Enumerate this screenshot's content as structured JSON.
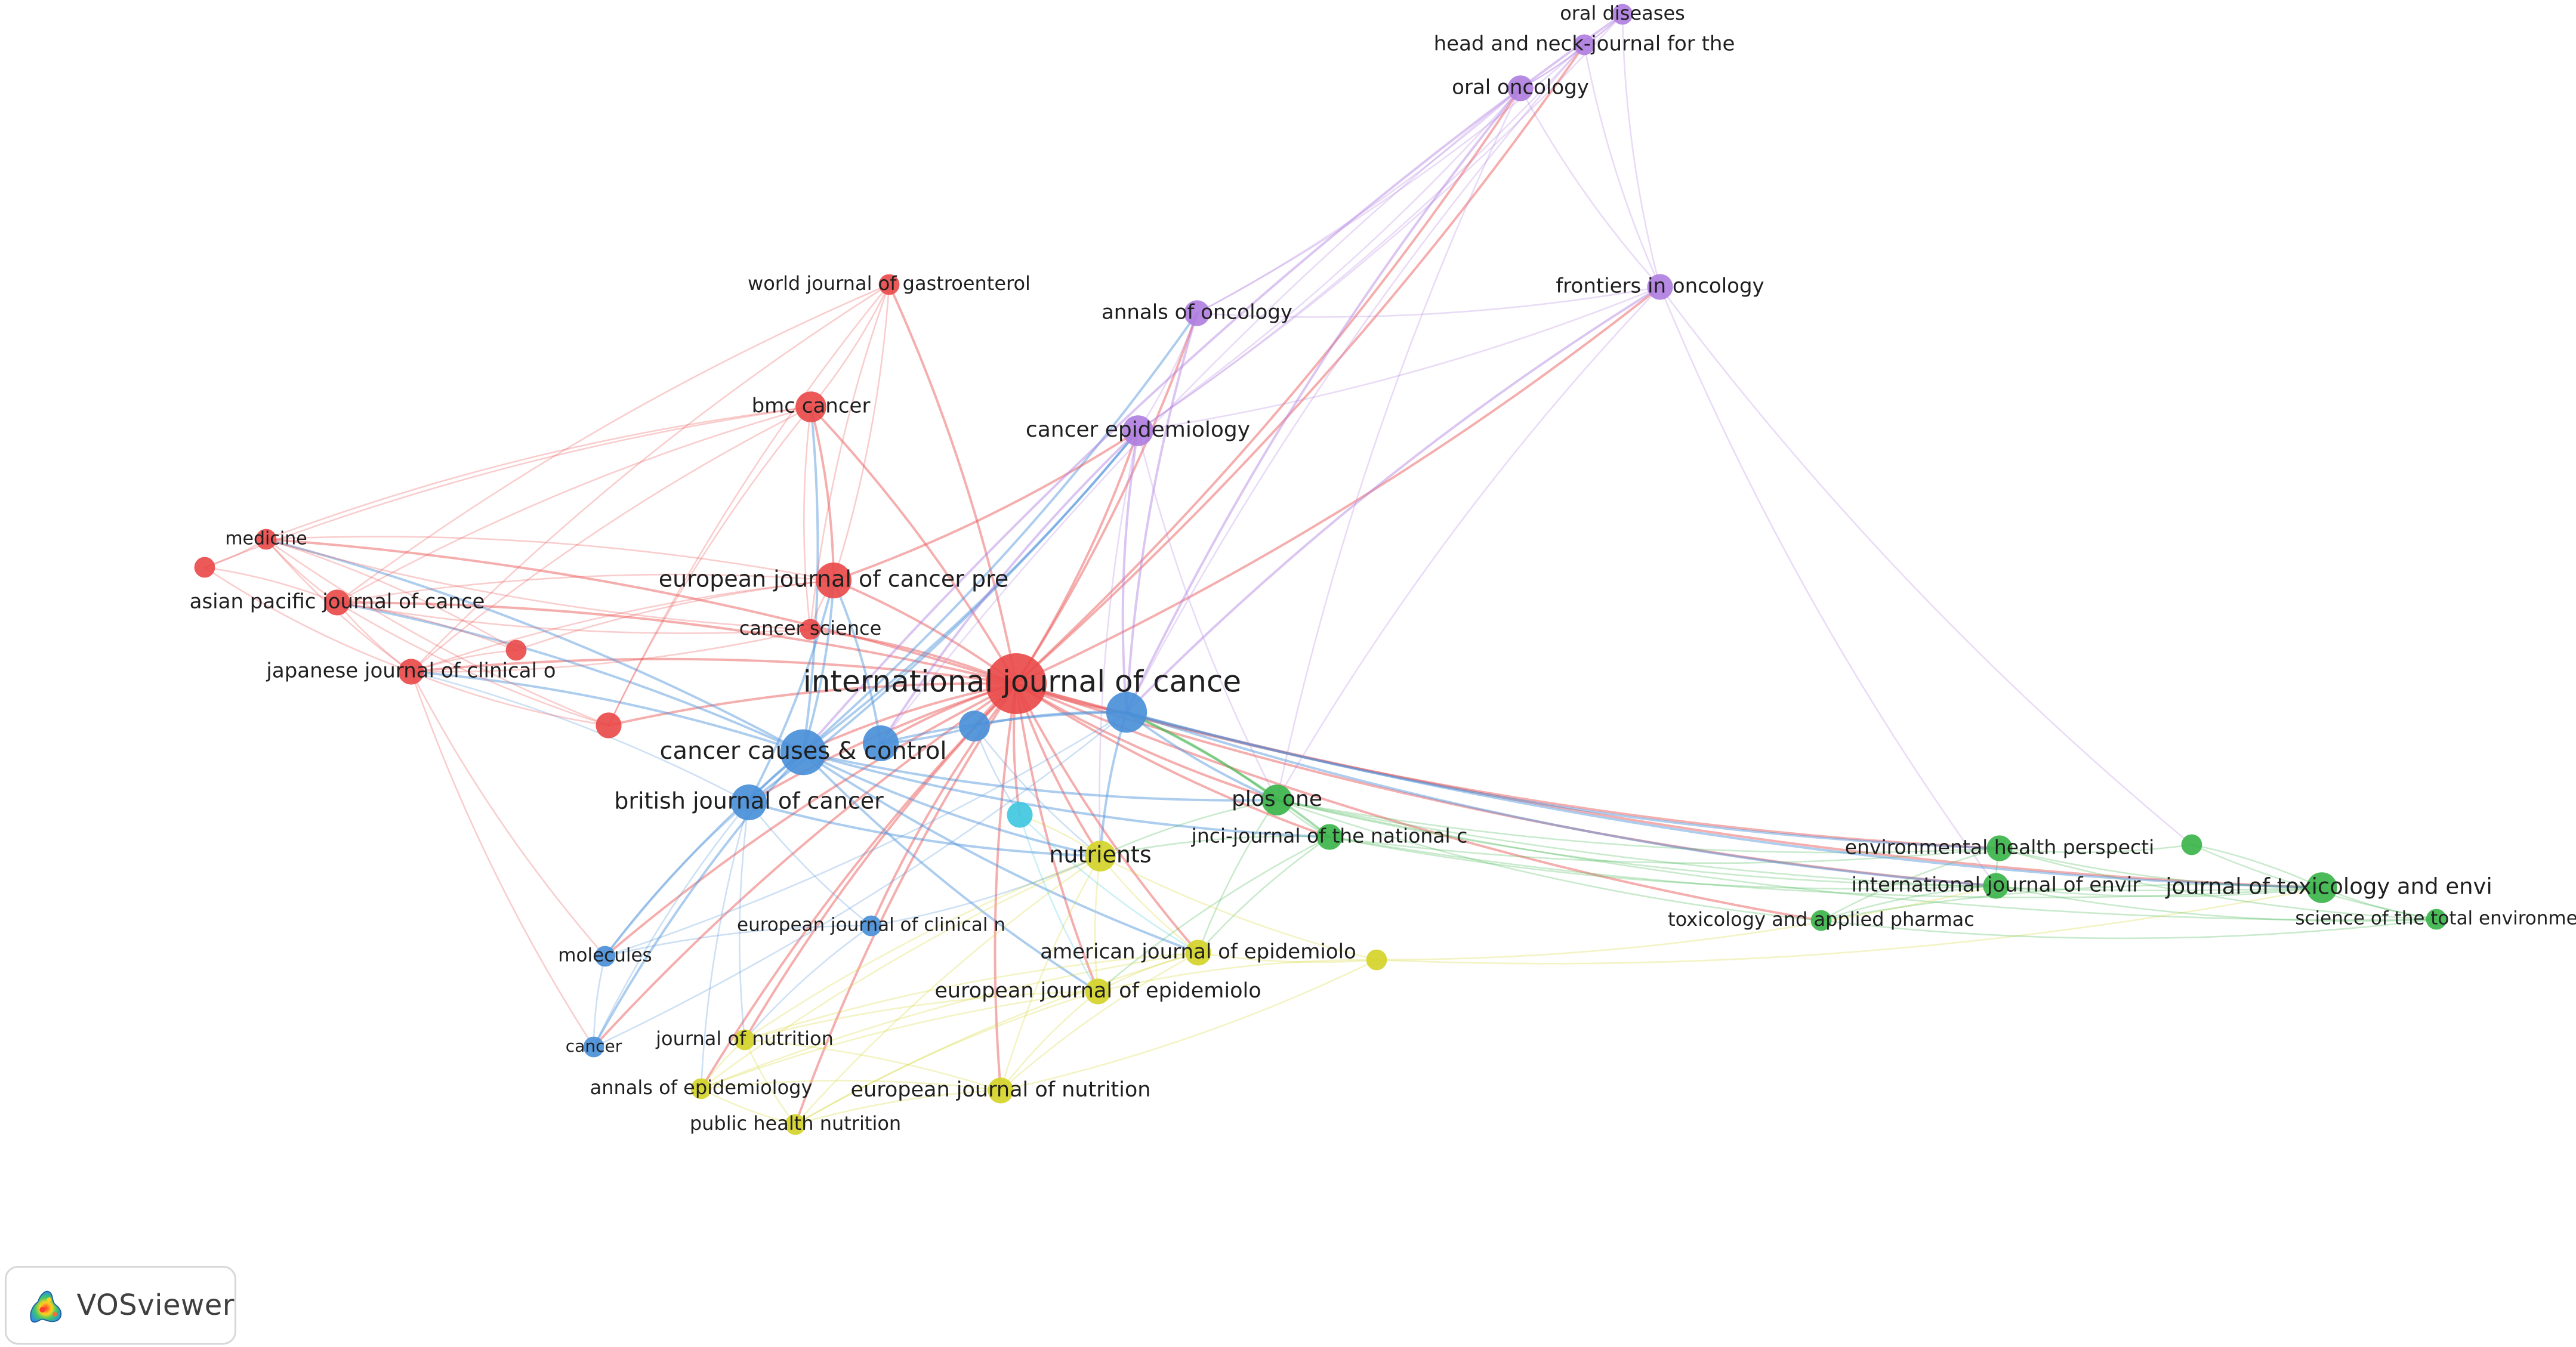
{
  "app": {
    "brand": "VOSviewer"
  },
  "colors": {
    "cluster_red": "#e94b4b",
    "cluster_blue": "#4a90d9",
    "cluster_green": "#3cb44b",
    "cluster_yellow": "#d4d42a",
    "cluster_purple": "#b07fe0",
    "cluster_cyan": "#40c8e0"
  },
  "network": {
    "nodes": [
      {
        "id": "ijc",
        "label": "international journal of cance",
        "cluster": "red",
        "weight": 10,
        "show_label": true
      },
      {
        "id": "ccc",
        "label": "cancer causes & control",
        "cluster": "blue",
        "weight": 7,
        "show_label": true
      },
      {
        "id": "bjc",
        "label": "british journal of cancer",
        "cluster": "blue",
        "weight": 5,
        "show_label": true
      },
      {
        "id": "ejcp",
        "label": "european journal of cancer pre",
        "cluster": "red",
        "weight": 5,
        "show_label": true
      },
      {
        "id": "bmc",
        "label": "bmc cancer",
        "cluster": "red",
        "weight": 4,
        "show_label": true
      },
      {
        "id": "epi",
        "label": "cancer epidemiology",
        "cluster": "purple",
        "weight": 4,
        "show_label": true
      },
      {
        "id": "annonc",
        "label": "annals of oncology",
        "cluster": "purple",
        "weight": 3,
        "show_label": true
      },
      {
        "id": "frontonc",
        "label": "frontiers in oncology",
        "cluster": "purple",
        "weight": 3,
        "show_label": true
      },
      {
        "id": "oralonc",
        "label": "oral oncology",
        "cluster": "purple",
        "weight": 3,
        "show_label": true
      },
      {
        "id": "headneck",
        "label": "head and neck-journal for the",
        "cluster": "purple",
        "weight": 2,
        "show_label": true
      },
      {
        "id": "oraldis",
        "label": "oral diseases",
        "cluster": "purple",
        "weight": 2,
        "show_label": true
      },
      {
        "id": "wjg",
        "label": "world journal of gastroenterol",
        "cluster": "red",
        "weight": 2,
        "show_label": true
      },
      {
        "id": "medicine",
        "label": "medicine",
        "cluster": "red",
        "weight": 2,
        "show_label": true
      },
      {
        "id": "apjc",
        "label": "asian pacific journal of cance",
        "cluster": "red",
        "weight": 3,
        "show_label": true
      },
      {
        "id": "jjco",
        "label": "japanese journal of clinical o",
        "cluster": "red",
        "weight": 3,
        "show_label": true
      },
      {
        "id": "cancersci",
        "label": "cancer science",
        "cluster": "red",
        "weight": 2,
        "show_label": true
      },
      {
        "id": "plos",
        "label": "plos one",
        "cluster": "green",
        "weight": 4,
        "show_label": true
      },
      {
        "id": "jnci",
        "label": "jnci-journal of the national c",
        "cluster": "green",
        "weight": 3,
        "show_label": true
      },
      {
        "id": "nutrients",
        "label": "nutrients",
        "cluster": "yellow",
        "weight": 4,
        "show_label": true
      },
      {
        "id": "ajepi",
        "label": "american journal of epidemiolo",
        "cluster": "yellow",
        "weight": 3,
        "show_label": true
      },
      {
        "id": "ejepi",
        "label": "european journal of epidemiolo",
        "cluster": "yellow",
        "weight": 3,
        "show_label": true
      },
      {
        "id": "ejnut",
        "label": "european journal of nutrition",
        "cluster": "yellow",
        "weight": 3,
        "show_label": true
      },
      {
        "id": "jnut",
        "label": "journal of nutrition",
        "cluster": "yellow",
        "weight": 2,
        "show_label": true
      },
      {
        "id": "annepi",
        "label": "annals of epidemiology",
        "cluster": "yellow",
        "weight": 2,
        "show_label": true
      },
      {
        "id": "phn",
        "label": "public health nutrition",
        "cluster": "yellow",
        "weight": 2,
        "show_label": true
      },
      {
        "id": "ejcn",
        "label": "european journal of clinical n",
        "cluster": "blue",
        "weight": 2,
        "show_label": true
      },
      {
        "id": "molecules",
        "label": "molecules",
        "cluster": "blue",
        "weight": 2,
        "show_label": true
      },
      {
        "id": "cancer",
        "label": "cancer",
        "cluster": "blue",
        "weight": 2,
        "show_label": true
      },
      {
        "id": "ehp",
        "label": "environmental health perspecti",
        "cluster": "green",
        "weight": 3,
        "show_label": true
      },
      {
        "id": "ijerph",
        "label": "international journal of envir",
        "cluster": "green",
        "weight": 3,
        "show_label": true
      },
      {
        "id": "jtox",
        "label": "journal of toxicology and envi",
        "cluster": "green",
        "weight": 4,
        "show_label": true
      },
      {
        "id": "toxpharm",
        "label": "toxicology and applied pharmac",
        "cluster": "green",
        "weight": 2,
        "show_label": true
      },
      {
        "id": "scitotenv",
        "label": "science of the total environme",
        "cluster": "green",
        "weight": 2,
        "show_label": true
      },
      {
        "id": "blue_big",
        "label": "",
        "cluster": "blue",
        "weight": 6,
        "show_label": false
      },
      {
        "id": "blue_mid",
        "label": "",
        "cluster": "blue",
        "weight": 5,
        "show_label": false
      },
      {
        "id": "blue_small",
        "label": "",
        "cluster": "blue",
        "weight": 4,
        "show_label": false
      },
      {
        "id": "cyan_node",
        "label": "",
        "cluster": "cyan",
        "weight": 3,
        "show_label": false
      },
      {
        "id": "red_small",
        "label": "",
        "cluster": "red",
        "weight": 2,
        "show_label": false
      },
      {
        "id": "red_left",
        "label": "",
        "cluster": "red",
        "weight": 2,
        "show_label": false
      },
      {
        "id": "red_mid",
        "label": "",
        "cluster": "red",
        "weight": 3,
        "show_label": false
      },
      {
        "id": "yellow_right",
        "label": "",
        "cluster": "yellow",
        "weight": 2,
        "show_label": false
      },
      {
        "id": "green_small",
        "label": "",
        "cluster": "green",
        "weight": 2,
        "show_label": false
      }
    ],
    "edges": [
      [
        "ijc",
        "ccc"
      ],
      [
        "ijc",
        "bjc"
      ],
      [
        "ijc",
        "ejcp"
      ],
      [
        "ijc",
        "bmc"
      ],
      [
        "ijc",
        "epi"
      ],
      [
        "ijc",
        "annonc"
      ],
      [
        "ijc",
        "frontonc"
      ],
      [
        "ijc",
        "oralonc"
      ],
      [
        "ijc",
        "headneck"
      ],
      [
        "ijc",
        "wjg"
      ],
      [
        "ijc",
        "medicine"
      ],
      [
        "ijc",
        "apjc"
      ],
      [
        "ijc",
        "jjco"
      ],
      [
        "ijc",
        "cancersci"
      ],
      [
        "ijc",
        "plos"
      ],
      [
        "ijc",
        "jnci"
      ],
      [
        "ijc",
        "nutrients"
      ],
      [
        "ijc",
        "ajepi"
      ],
      [
        "ijc",
        "ejepi"
      ],
      [
        "ijc",
        "ejnut"
      ],
      [
        "ijc",
        "jnut"
      ],
      [
        "ijc",
        "annepi"
      ],
      [
        "ijc",
        "phn"
      ],
      [
        "ijc",
        "ejcn"
      ],
      [
        "ijc",
        "molecules"
      ],
      [
        "ijc",
        "cancer"
      ],
      [
        "ijc",
        "ehp"
      ],
      [
        "ijc",
        "ijerph"
      ],
      [
        "ijc",
        "jtox"
      ],
      [
        "ijc",
        "toxpharm"
      ],
      [
        "ijc",
        "blue_big"
      ],
      [
        "ijc",
        "blue_mid"
      ],
      [
        "ijc",
        "blue_small"
      ],
      [
        "ijc",
        "cyan_node"
      ],
      [
        "ijc",
        "red_mid"
      ],
      [
        "ccc",
        "bjc"
      ],
      [
        "ccc",
        "ejcp"
      ],
      [
        "ccc",
        "bmc"
      ],
      [
        "ccc",
        "epi"
      ],
      [
        "ccc",
        "annonc"
      ],
      [
        "ccc",
        "nutrients"
      ],
      [
        "ccc",
        "ajepi"
      ],
      [
        "ccc",
        "ejepi"
      ],
      [
        "ccc",
        "molecules"
      ],
      [
        "ccc",
        "cancer"
      ],
      [
        "ccc",
        "plos"
      ],
      [
        "ccc",
        "jnci"
      ],
      [
        "ccc",
        "jjco"
      ],
      [
        "ccc",
        "apjc"
      ],
      [
        "ccc",
        "medicine"
      ],
      [
        "bjc",
        "ejcp"
      ],
      [
        "bjc",
        "epi"
      ],
      [
        "bjc",
        "molecules"
      ],
      [
        "bjc",
        "cancer"
      ],
      [
        "bjc",
        "ejcn"
      ],
      [
        "bjc",
        "nutrients"
      ],
      [
        "bjc",
        "jnut"
      ],
      [
        "bjc",
        "annepi"
      ],
      [
        "bjc",
        "jjco"
      ],
      [
        "ejcp",
        "bmc"
      ],
      [
        "ejcp",
        "apjc"
      ],
      [
        "ejcp",
        "jjco"
      ],
      [
        "ejcp",
        "medicine"
      ],
      [
        "ejcp",
        "wjg"
      ],
      [
        "ejcp",
        "epi"
      ],
      [
        "ejcp",
        "cancersci"
      ],
      [
        "ejcp",
        "red_left"
      ],
      [
        "bmc",
        "apjc"
      ],
      [
        "bmc",
        "jjco"
      ],
      [
        "bmc",
        "medicine"
      ],
      [
        "bmc",
        "wjg"
      ],
      [
        "bmc",
        "red_mid"
      ],
      [
        "bmc",
        "cancersci"
      ],
      [
        "bmc",
        "red_small"
      ],
      [
        "wjg",
        "apjc"
      ],
      [
        "wjg",
        "jjco"
      ],
      [
        "wjg",
        "red_mid"
      ],
      [
        "wjg",
        "cancersci"
      ],
      [
        "medicine",
        "apjc"
      ],
      [
        "medicine",
        "jjco"
      ],
      [
        "medicine",
        "red_mid"
      ],
      [
        "medicine",
        "cancersci"
      ],
      [
        "apjc",
        "jjco"
      ],
      [
        "apjc",
        "red_mid"
      ],
      [
        "apjc",
        "cancersci"
      ],
      [
        "apjc",
        "red_small"
      ],
      [
        "jjco",
        "red_mid"
      ],
      [
        "jjco",
        "cancersci"
      ],
      [
        "jjco",
        "molecules"
      ],
      [
        "jjco",
        "cancer"
      ],
      [
        "red_small",
        "jjco"
      ],
      [
        "red_small",
        "medicine"
      ],
      [
        "epi",
        "annonc"
      ],
      [
        "epi",
        "frontonc"
      ],
      [
        "epi",
        "oralonc"
      ],
      [
        "epi",
        "headneck"
      ],
      [
        "epi",
        "oraldis"
      ],
      [
        "epi",
        "plos"
      ],
      [
        "epi",
        "nutrients"
      ],
      [
        "epi",
        "blue_big"
      ],
      [
        "epi",
        "blue_mid"
      ],
      [
        "annonc",
        "oralonc"
      ],
      [
        "annonc",
        "frontonc"
      ],
      [
        "annonc",
        "headneck"
      ],
      [
        "annonc",
        "blue_big"
      ],
      [
        "oralonc",
        "headneck"
      ],
      [
        "oralonc",
        "oraldis"
      ],
      [
        "oralonc",
        "frontonc"
      ],
      [
        "oralonc",
        "blue_big"
      ],
      [
        "oralonc",
        "blue_mid"
      ],
      [
        "oralonc",
        "plos"
      ],
      [
        "headneck",
        "oraldis"
      ],
      [
        "headneck",
        "frontonc"
      ],
      [
        "headneck",
        "blue_big"
      ],
      [
        "oraldis",
        "frontonc"
      ],
      [
        "oraldis",
        "ccc"
      ],
      [
        "frontonc",
        "blue_big"
      ],
      [
        "frontonc",
        "plos"
      ],
      [
        "frontonc",
        "ijerph"
      ],
      [
        "frontonc",
        "green_small"
      ],
      [
        "plos",
        "jnci"
      ],
      [
        "plos",
        "nutrients"
      ],
      [
        "plos",
        "ehp"
      ],
      [
        "plos",
        "ijerph"
      ],
      [
        "plos",
        "jtox"
      ],
      [
        "plos",
        "toxpharm"
      ],
      [
        "plos",
        "scitotenv"
      ],
      [
        "plos",
        "ajepi"
      ],
      [
        "plos",
        "blue_big"
      ],
      [
        "jnci",
        "nutrients"
      ],
      [
        "jnci",
        "ajepi"
      ],
      [
        "jnci",
        "ejepi"
      ],
      [
        "jnci",
        "ehp"
      ],
      [
        "jnci",
        "jtox"
      ],
      [
        "jnci",
        "ijerph"
      ],
      [
        "jnci",
        "blue_big"
      ],
      [
        "nutrients",
        "ajepi"
      ],
      [
        "nutrients",
        "ejepi"
      ],
      [
        "nutrients",
        "ejnut"
      ],
      [
        "nutrients",
        "jnut"
      ],
      [
        "nutrients",
        "annepi"
      ],
      [
        "nutrients",
        "phn"
      ],
      [
        "nutrients",
        "yellow_right"
      ],
      [
        "nutrients",
        "cyan_node"
      ],
      [
        "ajepi",
        "ejepi"
      ],
      [
        "ajepi",
        "ejnut"
      ],
      [
        "ajepi",
        "jnut"
      ],
      [
        "ajepi",
        "annepi"
      ],
      [
        "ajepi",
        "phn"
      ],
      [
        "ajepi",
        "yellow_right"
      ],
      [
        "ejepi",
        "ejnut"
      ],
      [
        "ejepi",
        "jnut"
      ],
      [
        "ejepi",
        "annepi"
      ],
      [
        "ejepi",
        "phn"
      ],
      [
        "ejnut",
        "jnut"
      ],
      [
        "ejnut",
        "annepi"
      ],
      [
        "ejnut",
        "phn"
      ],
      [
        "ejnut",
        "yellow_right"
      ],
      [
        "jnut",
        "annepi"
      ],
      [
        "jnut",
        "phn"
      ],
      [
        "annepi",
        "phn"
      ],
      [
        "yellow_right",
        "jtox"
      ],
      [
        "yellow_right",
        "ijerph"
      ],
      [
        "yellow_right",
        "ejepi"
      ],
      [
        "ejcn",
        "molecules"
      ],
      [
        "ejcn",
        "nutrients"
      ],
      [
        "ejcn",
        "jnut"
      ],
      [
        "molecules",
        "cancer"
      ],
      [
        "molecules",
        "blue_big"
      ],
      [
        "cancer",
        "blue_big"
      ],
      [
        "ehp",
        "ijerph"
      ],
      [
        "ehp",
        "jtox"
      ],
      [
        "ehp",
        "scitotenv"
      ],
      [
        "ehp",
        "toxpharm"
      ],
      [
        "ehp",
        "green_small"
      ],
      [
        "ijerph",
        "jtox"
      ],
      [
        "ijerph",
        "scitotenv"
      ],
      [
        "ijerph",
        "toxpharm"
      ],
      [
        "jtox",
        "scitotenv"
      ],
      [
        "jtox",
        "toxpharm"
      ],
      [
        "jtox",
        "green_small"
      ],
      [
        "toxpharm",
        "scitotenv"
      ],
      [
        "green_small",
        "scitotenv"
      ],
      [
        "blue_big",
        "blue_mid"
      ],
      [
        "blue_big",
        "blue_small"
      ],
      [
        "blue_big",
        "plos"
      ],
      [
        "blue_big",
        "jtox"
      ],
      [
        "blue_big",
        "ehp"
      ],
      [
        "blue_big",
        "ijerph"
      ],
      [
        "blue_big",
        "nutrients"
      ],
      [
        "blue_mid",
        "blue_small"
      ],
      [
        "blue_mid",
        "ejcp"
      ],
      [
        "blue_small",
        "nutrients"
      ],
      [
        "blue_small",
        "cyan_node"
      ],
      [
        "cyan_node",
        "ajepi"
      ],
      [
        "cyan_node",
        "ejepi"
      ],
      [
        "red_left",
        "jjco"
      ],
      [
        "red_left",
        "medicine"
      ],
      [
        "red_left",
        "apjc"
      ]
    ]
  }
}
